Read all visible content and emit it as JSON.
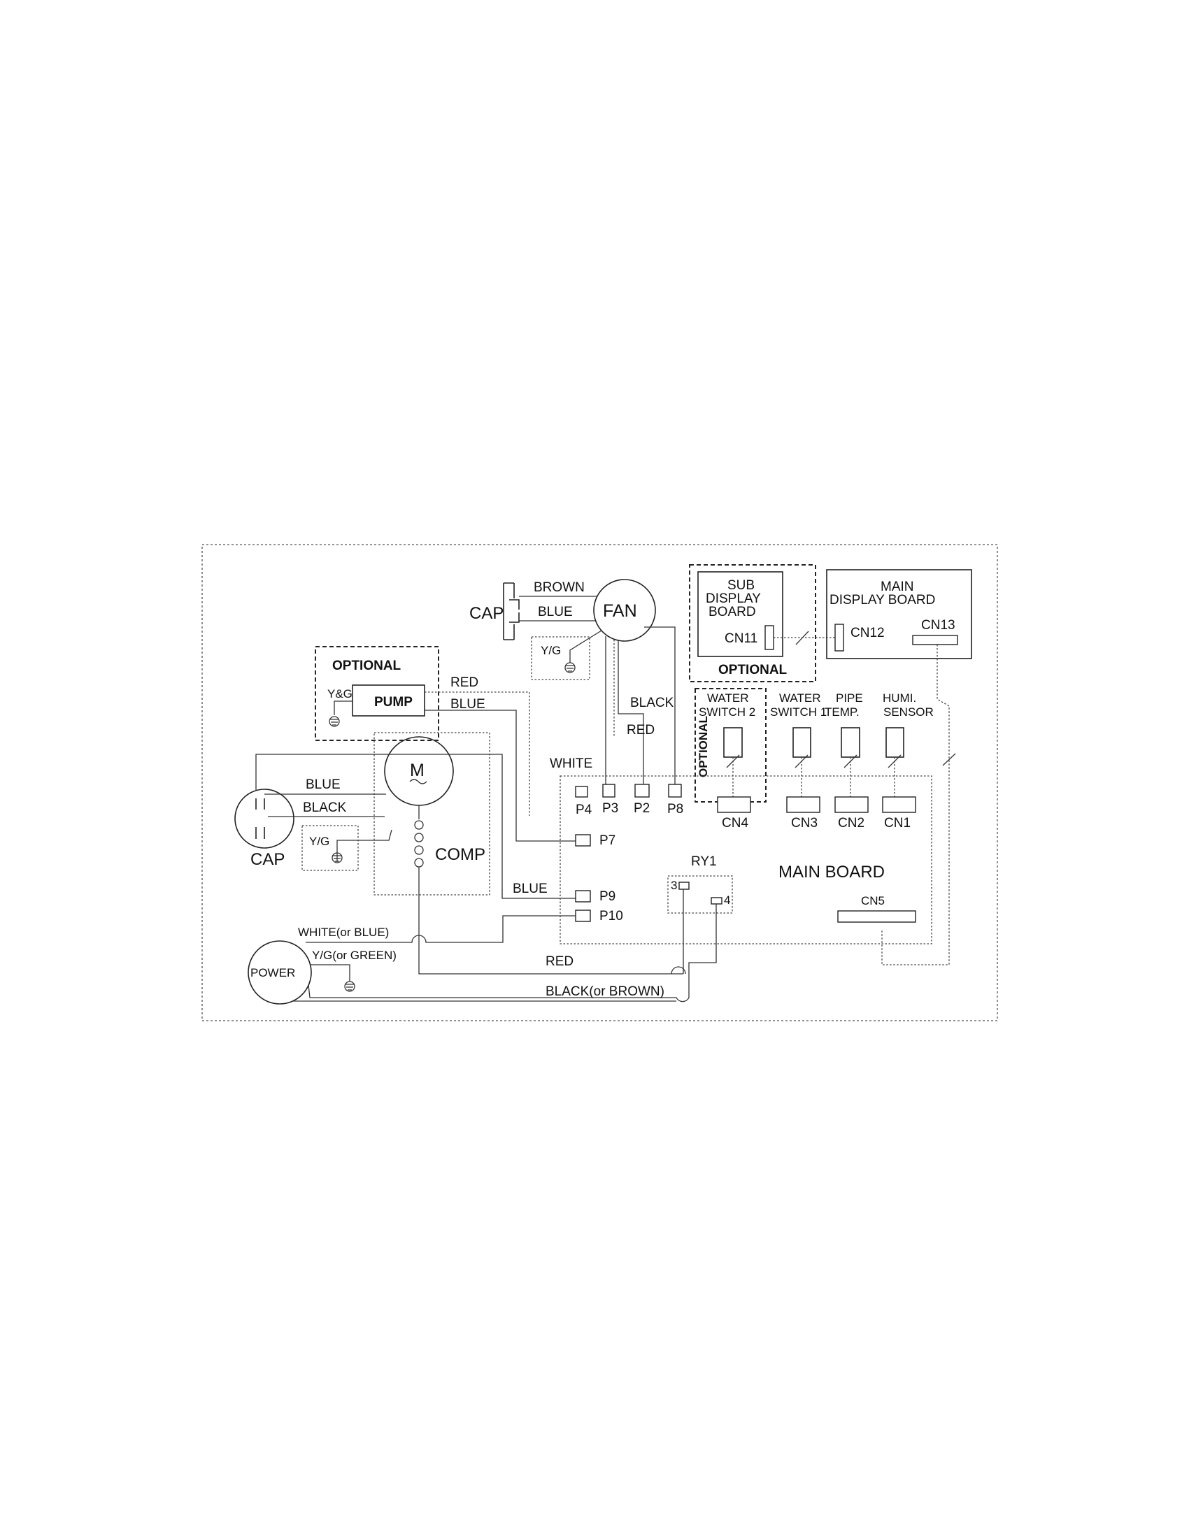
{
  "labels": {
    "cap": "CAP",
    "brown": "BROWN",
    "blue": "BLUE",
    "fan": "FAN",
    "yg": "Y/G",
    "optional": "OPTIONAL",
    "yandg": "Y&G",
    "pump": "PUMP",
    "red": "RED",
    "black": "BLACK",
    "white": "WHITE",
    "motor": "M",
    "comp": "COMP",
    "sub_display_line1": "SUB",
    "sub_display_line2": "DISPLAY",
    "sub_display_line3": "BOARD",
    "cn11": "CN11",
    "cn12": "CN12",
    "cn13": "CN13",
    "main_display_line1": "MAIN",
    "main_display_line2": "DISPLAY BOARD",
    "water_switch2_line1": "WATER",
    "water_switch2_line2": "SWITCH 2",
    "water_switch1_line1": "WATER",
    "water_switch1_line2": "SWITCH 1",
    "pipe_temp_line1": "PIPE",
    "pipe_temp_line2": "TEMP.",
    "humi_line1": "HUMI.",
    "humi_line2": "SENSOR",
    "cn1": "CN1",
    "cn2": "CN2",
    "cn3": "CN3",
    "cn4": "CN4",
    "cn5": "CN5",
    "p2": "P2",
    "p3": "P3",
    "p4": "P4",
    "p7": "P7",
    "p8": "P8",
    "p9": "P9",
    "p10": "P10",
    "ry1": "RY1",
    "ry1_pin3": "3",
    "ry1_pin4": "4",
    "main_board": "MAIN BOARD",
    "power": "POWER",
    "white_or_blue": "WHITE(or BLUE)",
    "yg_or_green": "Y/G(or GREEN)",
    "black_or_brown": "BLACK(or BROWN)"
  },
  "colors": {
    "line": "#333333",
    "background": "#ffffff"
  },
  "icons": [
    "ground-icon",
    "motor-symbol-icon",
    "capacitor-icon",
    "coil-icon"
  ]
}
